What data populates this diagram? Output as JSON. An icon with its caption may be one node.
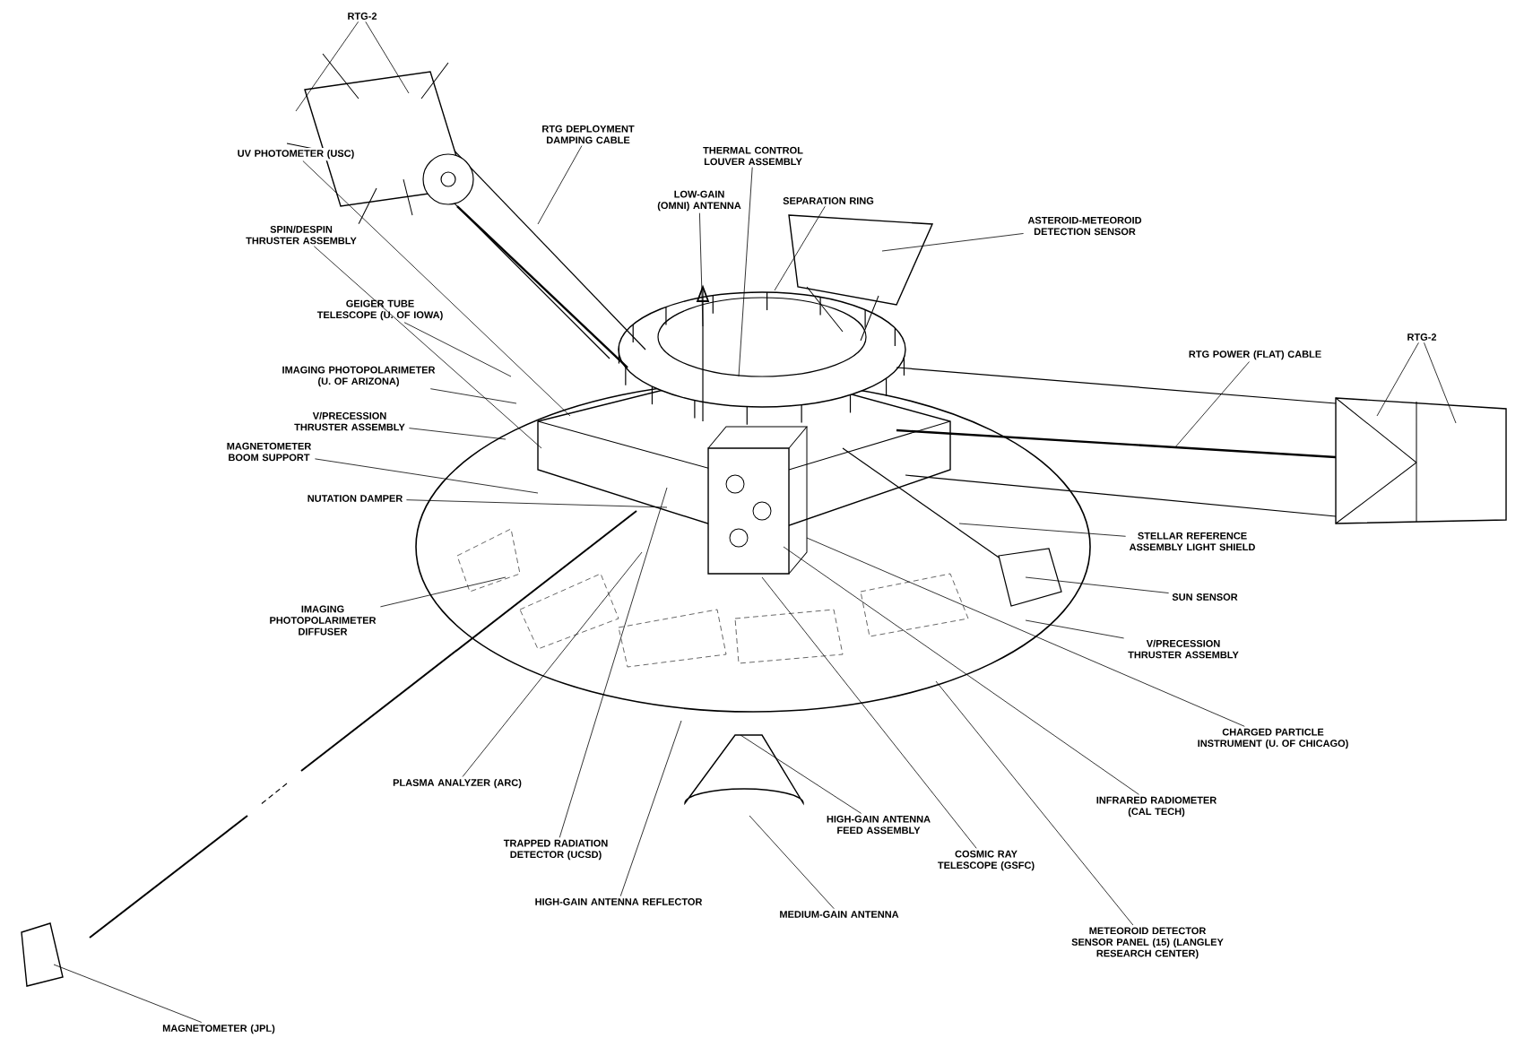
{
  "diagram": {
    "nodes": [
      {
        "text": [
          "RTG-2"
        ]
      },
      {
        "text": [
          "RTG DEPLOYMENT DAMPING CABLE"
        ]
      },
      {
        "text": [
          "UV PHOTOMETER (USC)"
        ]
      },
      {
        "text": [
          "THERMAL CONTROL LOUVER ASSEMBLY"
        ]
      },
      {
        "text": [
          "LOW-GAIN (OMNI) ANTENNA"
        ]
      },
      {
        "text": [
          "SEPARATION RING"
        ]
      },
      {
        "text": [
          "SPIN/DESPIN THRUSTER ASSEMBLY"
        ]
      },
      {
        "text": [
          "ASTEROID-METEOROID DETECTION SENSOR"
        ]
      },
      {
        "text": [
          "GEIGER TUBE TELESCOPE (U. OF IOWA)"
        ]
      },
      {
        "text": [
          "IMAGING PHOTOPOLARIMETER (U. OF ARIZONA)"
        ]
      },
      {
        "text": [
          "RTG POWER (FLAT) CABLE"
        ]
      },
      {
        "text": [
          "RTG-2"
        ]
      },
      {
        "text": [
          "V/PRECESSION THRUSTER ASSEMBLY"
        ]
      },
      {
        "text": [
          "MAGNETOMETER BOOM SUPPORT"
        ]
      },
      {
        "text": [
          "NUTATION DAMPER"
        ]
      },
      {
        "text": [
          "STELLAR REFERENCE ASSEMBLY LIGHT SHIELD"
        ]
      },
      {
        "text": [
          "SUN SENSOR"
        ]
      },
      {
        "text": [
          "IMAGING PHOTOPOLARIMETER DIFFUSER"
        ]
      },
      {
        "text": [
          "V/PRECESSION THRUSTER ASSEMBLY"
        ]
      },
      {
        "text": [
          "CHARGED PARTICLE INSTRUMENT (U. OF CHICAGO)"
        ]
      },
      {
        "text": [
          "PLASMA ANALYZER (ARC)"
        ]
      },
      {
        "text": [
          "INFRARED RADIOMETER (CAL TECH)"
        ]
      },
      {
        "text": [
          "HIGH-GAIN ANTENNA FEED ASSEMBLY"
        ]
      },
      {
        "text": [
          "TRAPPED RADIATION DETECTOR (UCSD)"
        ]
      },
      {
        "text": [
          "COSMIC RAY TELESCOPE (GSFC)"
        ]
      },
      {
        "text": [
          "HIGH-GAIN ANTENNA REFLECTOR"
        ]
      },
      {
        "text": [
          "MEDIUM-GAIN ANTENNA"
        ]
      },
      {
        "text": [
          "METEOROID DETECTOR SENSOR PANEL (15) (LANGLEY RESEARCH CENTER)"
        ]
      },
      {
        "text": [
          "MAGNETOMETER (JPL)"
        ]
      }
    ],
    "edges": [
      {
        "from": 0,
        "to": null,
        "arrow": "none"
      },
      {
        "from": 0,
        "to": null,
        "arrow": "none"
      },
      {
        "from": 1,
        "to": null,
        "arrow": "none"
      },
      {
        "from": 2,
        "to": null,
        "arrow": "none"
      },
      {
        "from": 3,
        "to": null,
        "arrow": "none"
      },
      {
        "from": 4,
        "to": null,
        "arrow": "none"
      },
      {
        "from": 5,
        "to": null,
        "arrow": "none"
      },
      {
        "from": 6,
        "to": null,
        "arrow": "none"
      },
      {
        "from": 7,
        "to": null,
        "arrow": "none"
      },
      {
        "from": 8,
        "to": null,
        "arrow": "none"
      },
      {
        "from": 9,
        "to": null,
        "arrow": "none"
      },
      {
        "from": 10,
        "to": null,
        "arrow": "none"
      },
      {
        "from": 11,
        "to": null,
        "arrow": "none"
      },
      {
        "from": 11,
        "to": null,
        "arrow": "none"
      },
      {
        "from": 12,
        "to": null,
        "arrow": "none"
      },
      {
        "from": 13,
        "to": null,
        "arrow": "none"
      },
      {
        "from": 14,
        "to": null,
        "arrow": "none"
      },
      {
        "from": 15,
        "to": null,
        "arrow": "none"
      },
      {
        "from": 16,
        "to": null,
        "arrow": "none"
      },
      {
        "from": 17,
        "to": null,
        "arrow": "none"
      },
      {
        "from": 18,
        "to": null,
        "arrow": "none"
      },
      {
        "from": 19,
        "to": null,
        "arrow": "none"
      },
      {
        "from": 20,
        "to": null,
        "arrow": "none"
      },
      {
        "from": 21,
        "to": null,
        "arrow": "none"
      },
      {
        "from": 22,
        "to": null,
        "arrow": "none"
      },
      {
        "from": 23,
        "to": null,
        "arrow": "none"
      },
      {
        "from": 24,
        "to": null,
        "arrow": "none"
      },
      {
        "from": 25,
        "to": null,
        "arrow": "none"
      },
      {
        "from": 26,
        "to": null,
        "arrow": "none"
      },
      {
        "from": 27,
        "to": null,
        "arrow": "none"
      },
      {
        "from": 28,
        "to": null,
        "arrow": "none"
      }
    ]
  }
}
